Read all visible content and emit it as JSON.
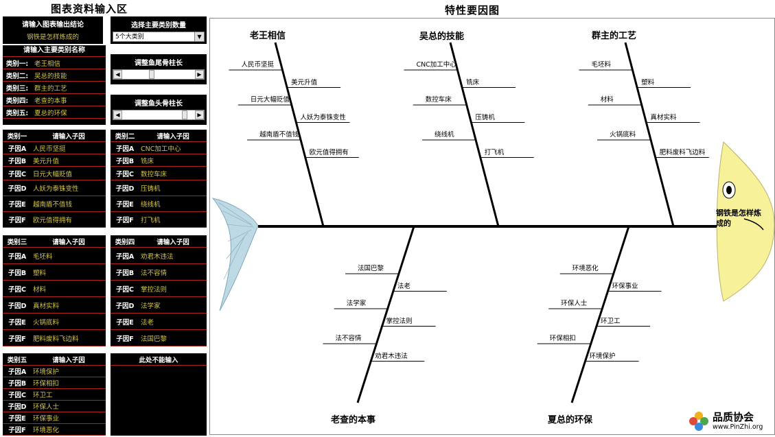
{
  "titles": {
    "input_area": "图表资料输入区",
    "diagram": "特性要因图"
  },
  "conclusion": {
    "header": "请输入图表输出结论",
    "value": "钢铁是怎样炼成的"
  },
  "main_count": {
    "header": "选择主要类别数量",
    "selected": "5个大类别"
  },
  "category_names": {
    "header": "请输入主要类别名称",
    "items": [
      {
        "key": "类别一:",
        "value": "老王相信"
      },
      {
        "key": "类别二:",
        "value": "吴总的技能"
      },
      {
        "key": "类别三:",
        "value": "群主的工艺"
      },
      {
        "key": "类别四:",
        "value": "老查的本事"
      },
      {
        "key": "类别五:",
        "value": "夏总的环保"
      }
    ]
  },
  "sliders": {
    "tail": "调整鱼尾骨柱长",
    "head": "调整鱼头骨柱长"
  },
  "factor_header": "请输入子因",
  "groups": [
    {
      "name": "类别一",
      "items": [
        [
          "子因A",
          "人民币坚挺"
        ],
        [
          "子因B",
          "美元升值"
        ],
        [
          "子因C",
          "日元大幅贬值"
        ],
        [
          "子因D",
          "人妖为泰铢变性"
        ],
        [
          "子因E",
          "越南盾不值钱"
        ],
        [
          "子因F",
          "欧元值得拥有"
        ]
      ]
    },
    {
      "name": "类别二",
      "items": [
        [
          "子因A",
          "CNC加工中心"
        ],
        [
          "子因B",
          "铣床"
        ],
        [
          "子因C",
          "数控车床"
        ],
        [
          "子因D",
          "压铸机"
        ],
        [
          "子因E",
          "绕线机"
        ],
        [
          "子因F",
          "打飞机"
        ]
      ]
    },
    {
      "name": "类别三",
      "items": [
        [
          "子因A",
          "毛坯料"
        ],
        [
          "子因B",
          "塑料"
        ],
        [
          "子因C",
          "材料"
        ],
        [
          "子因D",
          "真材实料"
        ],
        [
          "子因E",
          "火锅底料"
        ],
        [
          "子因F",
          "肥料废料飞边料"
        ]
      ]
    },
    {
      "name": "类别四",
      "items": [
        [
          "子因A",
          "劝君木违法"
        ],
        [
          "子因B",
          "法不容情"
        ],
        [
          "子因C",
          "掌控法则"
        ],
        [
          "子因D",
          "法学家"
        ],
        [
          "子因E",
          "法老"
        ],
        [
          "子因F",
          "法国巴黎"
        ]
      ]
    },
    {
      "name": "类别五",
      "items": [
        [
          "子因A",
          "环境保护"
        ],
        [
          "子因B",
          "环保相扣"
        ],
        [
          "子因C",
          "环卫工"
        ],
        [
          "子因D",
          "环保人士"
        ],
        [
          "子因E",
          "环保事业"
        ],
        [
          "子因F",
          "环境恶化"
        ]
      ]
    }
  ],
  "no_input": "此处不能输入",
  "diagram": {
    "categories": [
      "老王相信",
      "吴总的技能",
      "群主的工艺",
      "老查的本事",
      "夏总的环保"
    ],
    "head_text": "钢铁是怎样炼成的"
  },
  "logo": {
    "name": "品质协会",
    "url": "www.PinZhi.org"
  }
}
